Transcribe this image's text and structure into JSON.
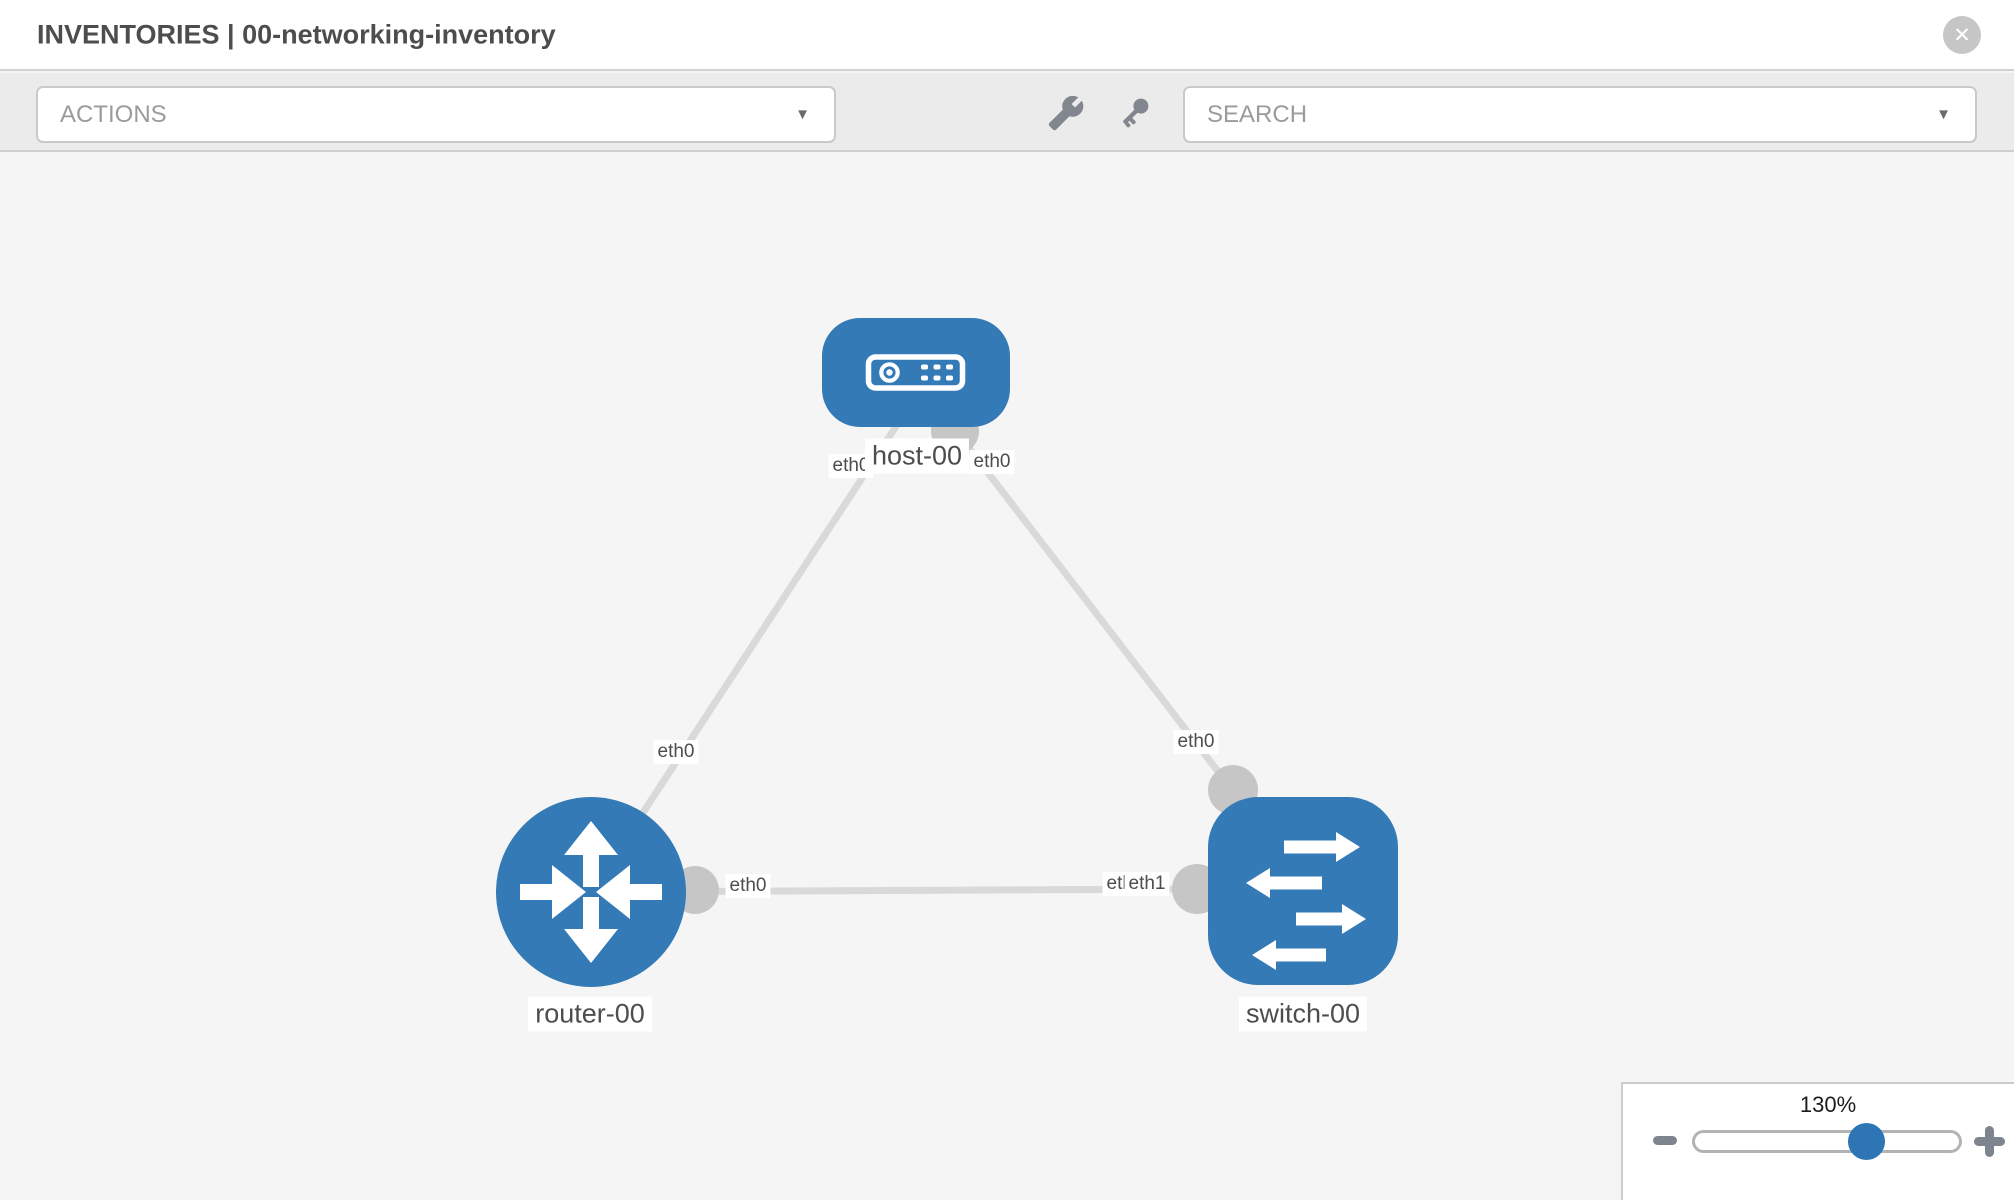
{
  "window": {
    "title": "INVENTORIES | 00-networking-inventory"
  },
  "icons": {
    "close": "✕",
    "caret": "▼",
    "wrench": "wrench-icon",
    "key": "key-icon",
    "minus": "minus-icon",
    "plus": "plus-icon"
  },
  "toolbar": {
    "actions_label": "ACTIONS",
    "search_label": "SEARCH"
  },
  "topology": {
    "nodes": [
      {
        "label": "host-00",
        "type": "host",
        "icon": "host-icon"
      },
      {
        "label": "router-00",
        "type": "router",
        "icon": "router-icon"
      },
      {
        "label": "switch-00",
        "type": "switch",
        "icon": "switch-icon"
      }
    ],
    "links": [
      {
        "from": "router-00",
        "from_port": "eth0",
        "to": "host-00",
        "to_port": "eth0"
      },
      {
        "from": "host-00",
        "from_port": "eth0",
        "to": "switch-00",
        "to_port": "eth0"
      },
      {
        "from": "router-00",
        "from_port": "eth0",
        "to": "switch-00",
        "to_port": "eth1"
      }
    ],
    "port_labels": [
      {
        "text": "eth0",
        "position": "host-end-of-router-link"
      },
      {
        "text": "eth0",
        "position": "host-end-of-switch-link"
      },
      {
        "text": "eth0",
        "position": "router-end-of-host-link"
      },
      {
        "text": "eth0",
        "position": "switch-end-of-host-link"
      },
      {
        "text": "eth0",
        "position": "router-end-of-switch-link"
      },
      {
        "text": "eth0",
        "position": "switch-end-of-router-link-under"
      },
      {
        "text": "eth1",
        "position": "switch-end-of-router-link-over"
      }
    ]
  },
  "zoom_control": {
    "value_label": "130%",
    "percent": 130
  },
  "colors": {
    "node_blue": "#337ab7",
    "link_gray": "#d9d9d9",
    "connector_gray": "#c6c6c6",
    "thumb_blue": "#2e75b5",
    "toolbar_bg": "#ebebeb",
    "canvas_bg": "#f5f5f5",
    "label_text": "#4d4d4d"
  }
}
